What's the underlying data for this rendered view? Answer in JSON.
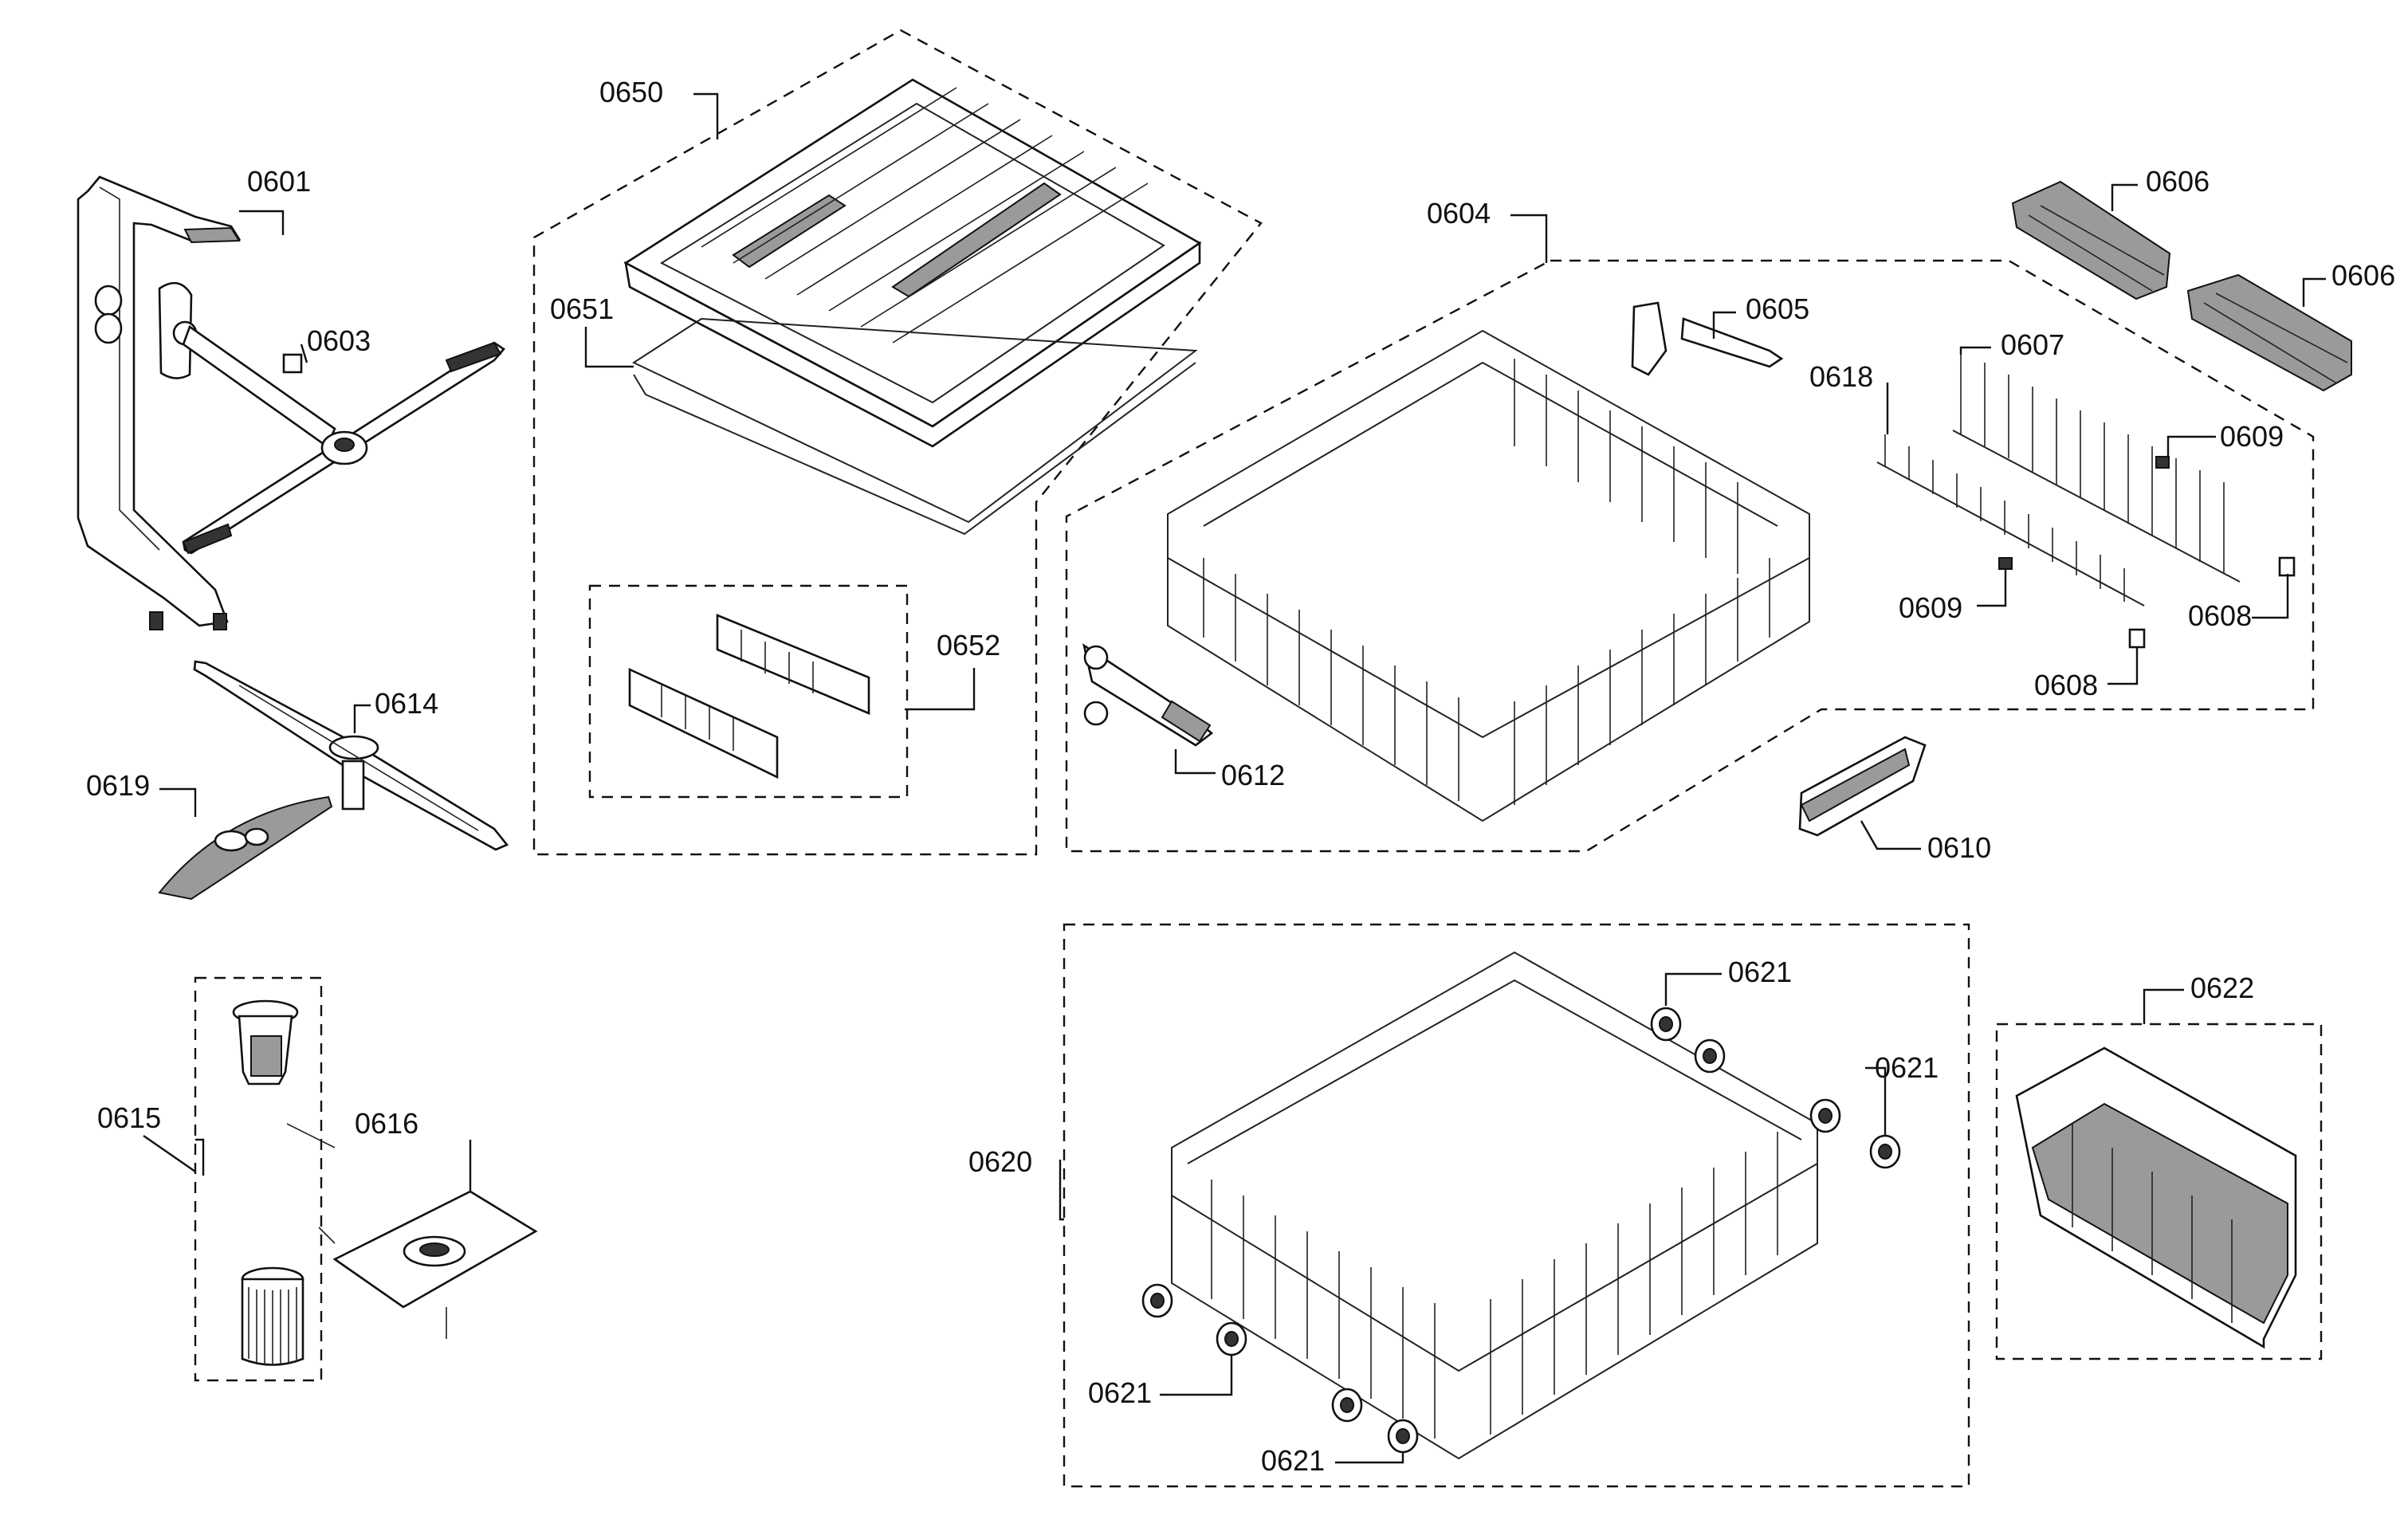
{
  "callouts": [
    {
      "id": "c0601",
      "label": "0601"
    },
    {
      "id": "c0603",
      "label": "0603"
    },
    {
      "id": "c0614",
      "label": "0614"
    },
    {
      "id": "c0619",
      "label": "0619"
    },
    {
      "id": "c0615",
      "label": "0615"
    },
    {
      "id": "c0616",
      "label": "0616"
    },
    {
      "id": "c0650",
      "label": "0650"
    },
    {
      "id": "c0651",
      "label": "0651"
    },
    {
      "id": "c0652",
      "label": "0652"
    },
    {
      "id": "c0604",
      "label": "0604"
    },
    {
      "id": "c0605",
      "label": "0605"
    },
    {
      "id": "c0612",
      "label": "0612"
    },
    {
      "id": "c0606a",
      "label": "0606"
    },
    {
      "id": "c0606b",
      "label": "0606"
    },
    {
      "id": "c0607",
      "label": "0607"
    },
    {
      "id": "c0618",
      "label": "0618"
    },
    {
      "id": "c0609a",
      "label": "0609"
    },
    {
      "id": "c0609b",
      "label": "0609"
    },
    {
      "id": "c0608a",
      "label": "0608"
    },
    {
      "id": "c0608b",
      "label": "0608"
    },
    {
      "id": "c0610",
      "label": "0610"
    },
    {
      "id": "c0620",
      "label": "0620"
    },
    {
      "id": "c0621a",
      "label": "0621"
    },
    {
      "id": "c0621b",
      "label": "0621"
    },
    {
      "id": "c0621c",
      "label": "0621"
    },
    {
      "id": "c0621d",
      "label": "0621"
    },
    {
      "id": "c0622",
      "label": "0622"
    }
  ]
}
